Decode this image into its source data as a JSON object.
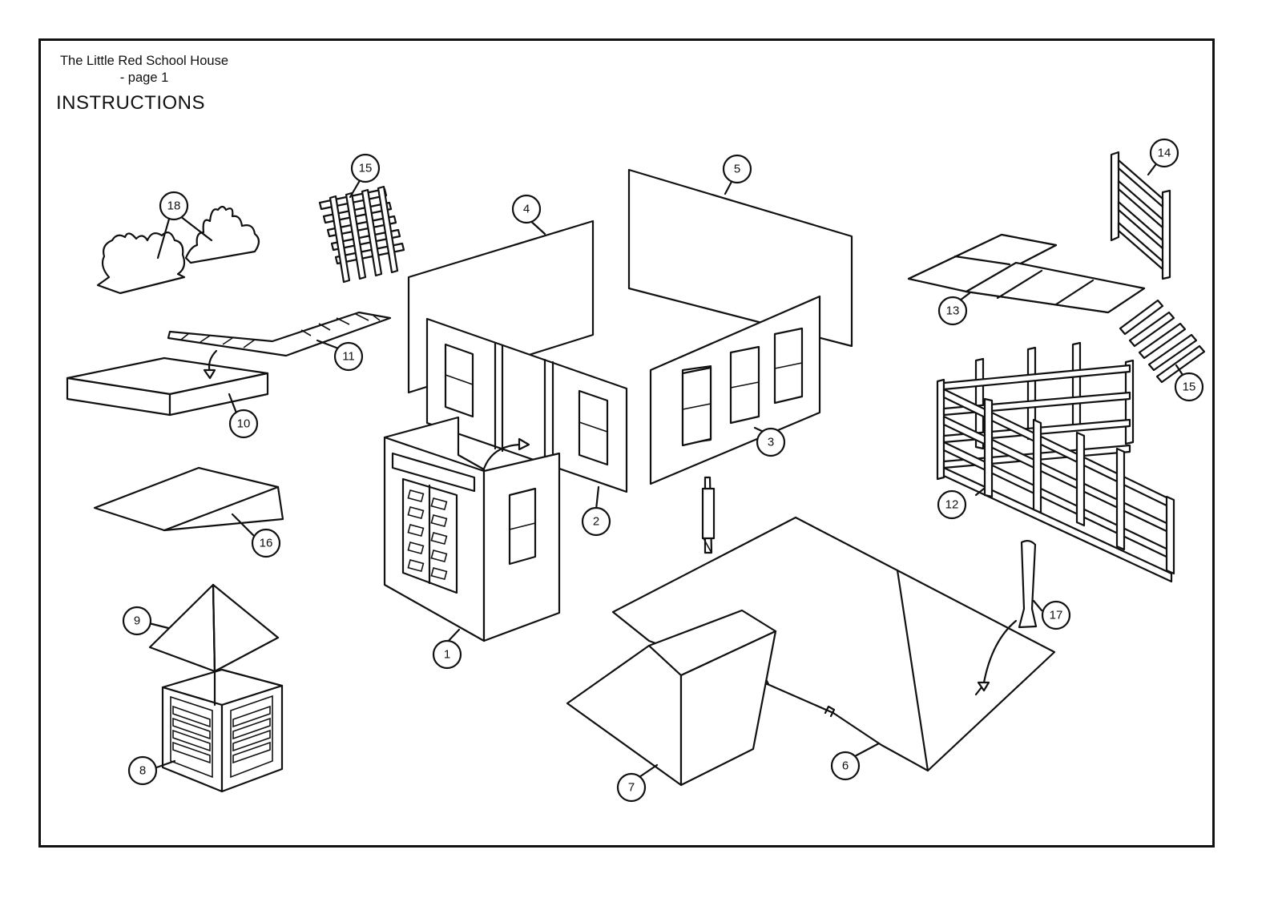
{
  "header": {
    "title": "The Little Red School House - page 1",
    "heading": "INSTRUCTIONS"
  },
  "callouts": [
    "1",
    "2",
    "3",
    "4",
    "5",
    "6",
    "7",
    "8",
    "9",
    "10",
    "11",
    "12",
    "13",
    "14",
    "15",
    "15",
    "16",
    "17",
    "18"
  ]
}
